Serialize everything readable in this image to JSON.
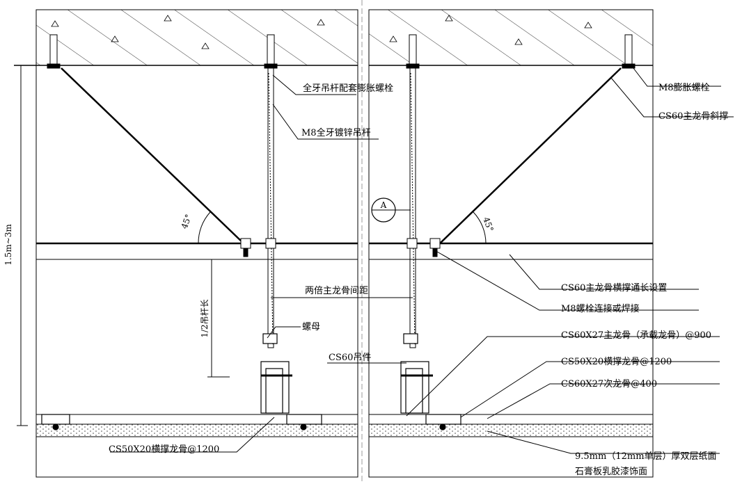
{
  "labels": {
    "full_thread_rod_anchor": "全牙吊杆配套膨胀螺栓",
    "m8_rod": "M8全牙镀锌吊杆",
    "m8_expansion_bolt": "M8膨胀螺栓",
    "cs60_diagonal_brace": "CS60主龙骨斜撑",
    "angle_left": "45°",
    "angle_right": "45°",
    "detail_marker": "A",
    "height_range": "1.5m~3m",
    "half_rod_length": "1/2吊杆长",
    "double_spacing": "两倍主龙骨间距",
    "nut": "螺母",
    "cs60_hanger": "CS60吊件",
    "cs60_cross_brace": "CS60主龙骨横撑通长设置",
    "m8_bolt_weld": "M8螺栓连接或焊接",
    "main_keel": "CS60X27主龙骨（承载龙骨）@900",
    "cross_keel_right": "CS50X20横撑龙骨@1200",
    "secondary_keel": "CS60X27次龙骨@400",
    "cross_keel_left": "CS50X20横撑龙骨@1200",
    "board_line1": "9.5mm（12mm单层）厚双层纸面",
    "board_line2": "石膏板乳胶漆饰面"
  },
  "colors": {
    "line": "#000000",
    "concrete_fill": "#ffffff",
    "board_fill": "#e6e6e6"
  }
}
